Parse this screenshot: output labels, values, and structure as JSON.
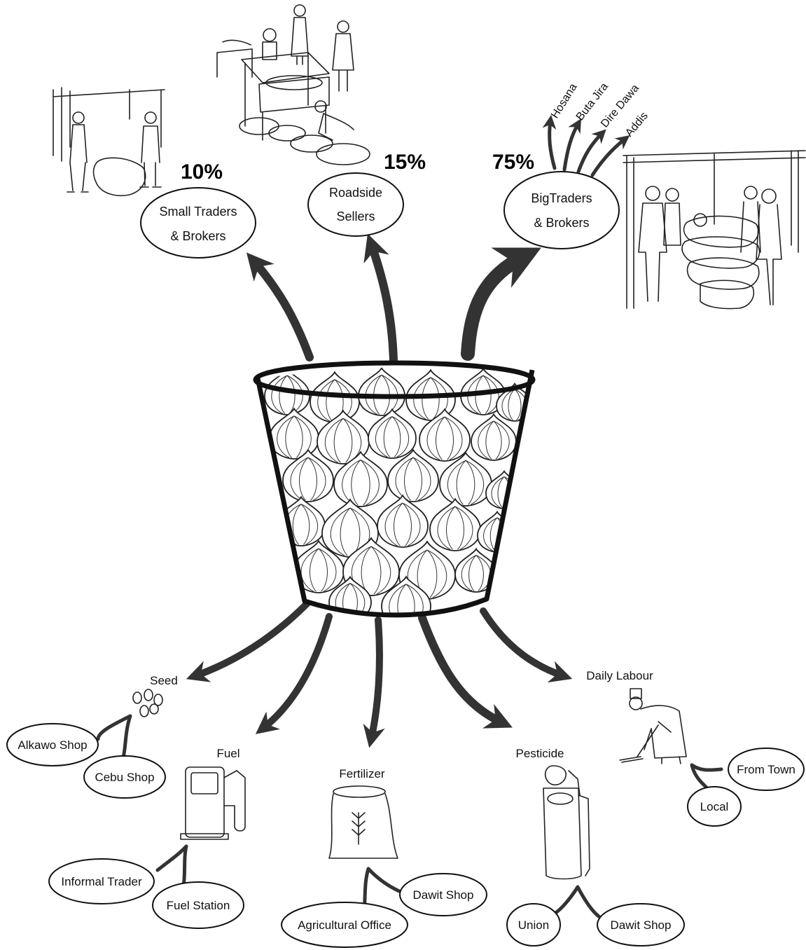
{
  "outputs": {
    "small_traders": {
      "percent": "10%",
      "line1": "Small Traders",
      "line2": "& Brokers"
    },
    "roadside": {
      "percent": "15%",
      "line1": "Roadside",
      "line2": "Sellers"
    },
    "big_traders": {
      "percent": "75%",
      "line1": "BigTraders",
      "line2": "& Brokers",
      "destinations": [
        "Hosana",
        "Buta Jira",
        "Dire Dawa",
        "Addis"
      ]
    }
  },
  "inputs": {
    "seed": {
      "label": "Seed",
      "sources": [
        "Alkawo Shop",
        "Cebu Shop"
      ]
    },
    "fuel": {
      "label": "Fuel",
      "sources": [
        "Informal Trader",
        "Fuel Station"
      ]
    },
    "fertilizer": {
      "label": "Fertilizer",
      "sources": [
        "Dawit Shop",
        "Agricultural Office"
      ]
    },
    "pesticide": {
      "label": "Pesticide",
      "sources": [
        "Union",
        "Dawit Shop"
      ]
    },
    "daily_labour": {
      "label": "Daily Labour",
      "sources": [
        "From Town",
        "Local"
      ]
    }
  },
  "colors": {
    "ink": "#111111",
    "arrow": "#333333",
    "background": "#ffffff"
  }
}
